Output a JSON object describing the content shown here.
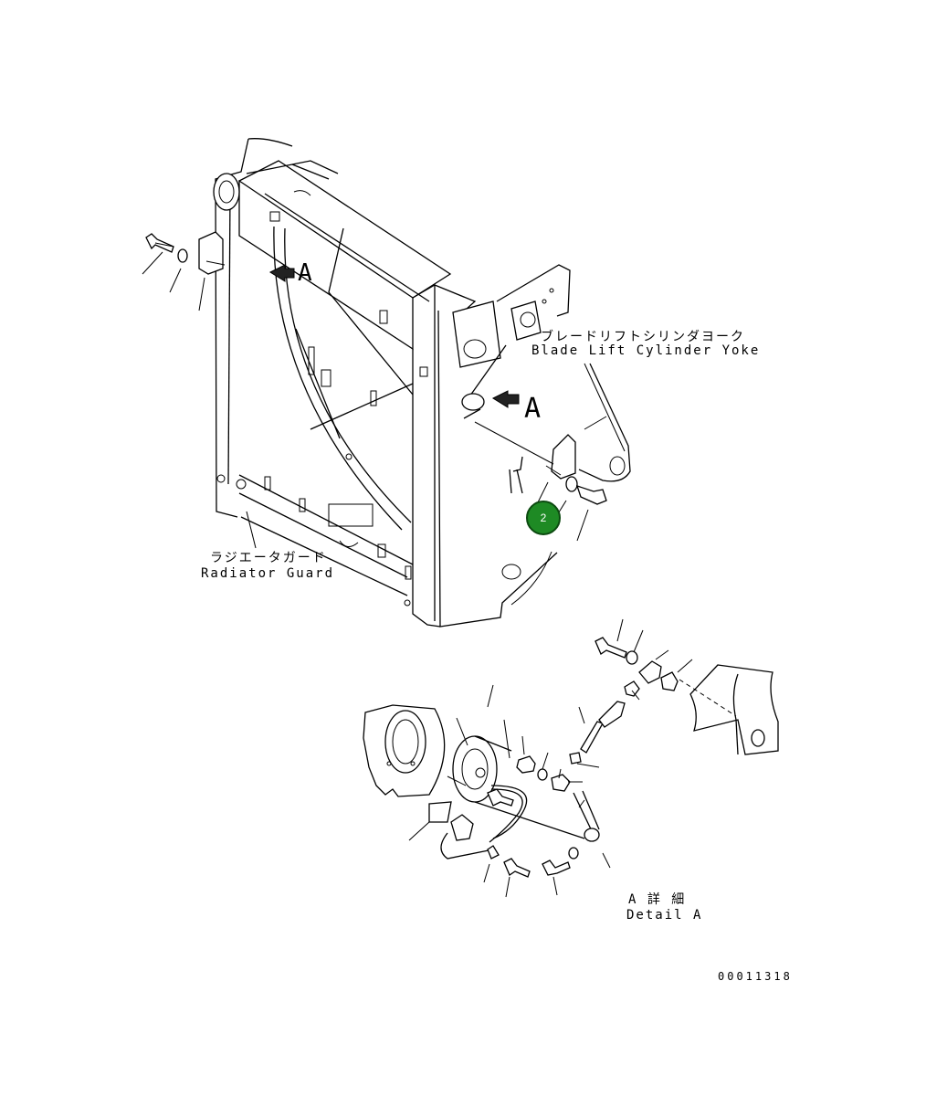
{
  "labels": {
    "yoke_jp": "ブレードリフトシリンダヨーク",
    "yoke_en": "Blade Lift Cylinder Yoke",
    "guard_jp": "ラジエータガード",
    "guard_en": "Radiator Guard",
    "detail_jp": "A 詳 細",
    "detail_en": "Detail A",
    "view_marker_a1": "A",
    "view_marker_a2": "A",
    "drawing_number": "00011318"
  },
  "callouts": [
    {
      "number": "2",
      "color": "#1e8a24"
    }
  ]
}
